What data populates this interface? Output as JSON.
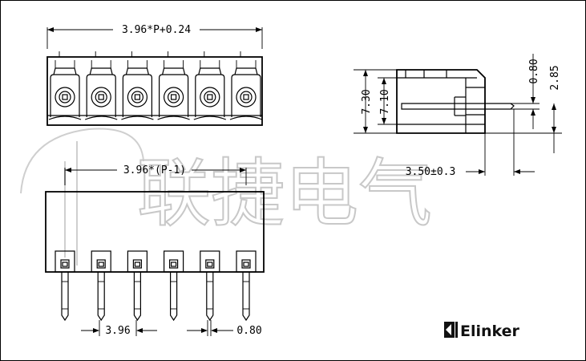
{
  "dimensions": {
    "top_width": "3.96*P+0.24",
    "pitch_total": "3.96*(P-1)",
    "pitch": "3.96",
    "pin_width": "0.80",
    "side_height_outer": "7.30",
    "side_height_inner": "7.10",
    "side_pin_offset": "0.80",
    "side_pin_height": "2.85",
    "pin_length": "3.50±0.3"
  },
  "watermark": {
    "text": "联捷电气"
  },
  "brand": {
    "name": "Elinker",
    "color": "#111111"
  },
  "pin_count": 6
}
